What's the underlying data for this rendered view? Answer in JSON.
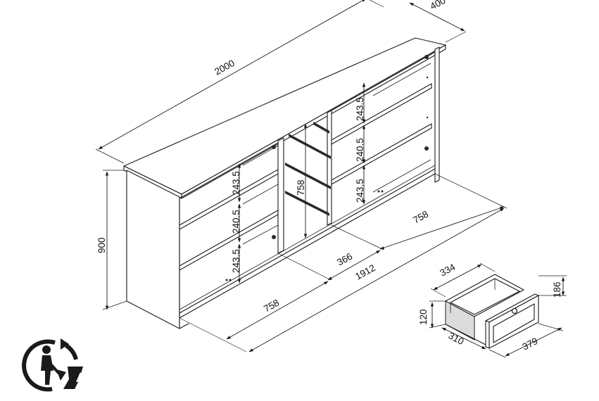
{
  "labels": {
    "width_total": "2000",
    "depth_total": "400",
    "height_total": "900",
    "inner_width": "1912",
    "left_bay_width": "758",
    "right_bay_width": "758",
    "center_bay_width": "366",
    "left_shelf_top": "243.5",
    "left_shelf_mid": "240.5",
    "left_shelf_bottom": "243.5",
    "center_height": "758",
    "right_shelf_top": "243.5",
    "right_shelf_mid": "240.5",
    "right_shelf_bottom": "243.5",
    "drawer_depth": "334",
    "drawer_inner_depth": "310",
    "drawer_front_width": "379",
    "drawer_front_height": "186",
    "drawer_box_height": "120"
  },
  "icons": {
    "recycle": "recycle-person-icon"
  },
  "colors": {
    "line": "#1a1a1a",
    "background": "#ffffff"
  }
}
